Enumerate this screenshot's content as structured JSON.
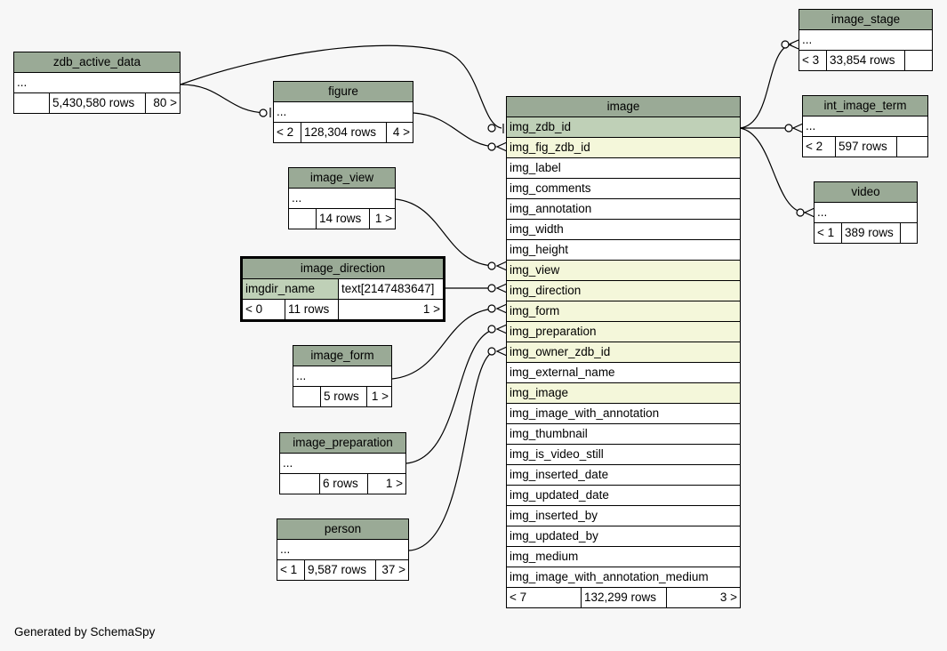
{
  "footer_text": "Generated by SchemaSpy",
  "tables": {
    "zdb_active_data": {
      "name": "zdb_active_data",
      "row": "...",
      "foot": [
        "",
        "5,430,580 rows",
        "80 >"
      ]
    },
    "figure": {
      "name": "figure",
      "row": "...",
      "foot": [
        "< 2",
        "128,304 rows",
        "4 >"
      ]
    },
    "image_view": {
      "name": "image_view",
      "row": "...",
      "foot": [
        "",
        "14 rows",
        "1 >"
      ]
    },
    "image_direction": {
      "name": "image_direction",
      "col_name": "imgdir_name",
      "col_type": "text[2147483647]",
      "foot": [
        "< 0",
        "11 rows",
        "1 >"
      ]
    },
    "image_form": {
      "name": "image_form",
      "row": "...",
      "foot": [
        "",
        "5 rows",
        "1 >"
      ]
    },
    "image_preparation": {
      "name": "image_preparation",
      "row": "...",
      "foot": [
        "",
        "6 rows",
        "1 >"
      ]
    },
    "person": {
      "name": "person",
      "row": "...",
      "foot": [
        "< 1",
        "9,587 rows",
        "37 >"
      ]
    },
    "image_stage": {
      "name": "image_stage",
      "row": "...",
      "foot": [
        "< 3",
        "33,854 rows",
        ""
      ]
    },
    "int_image_term": {
      "name": "int_image_term",
      "row": "...",
      "foot": [
        "< 2",
        "597 rows",
        ""
      ]
    },
    "video": {
      "name": "video",
      "row": "...",
      "foot": [
        "< 1",
        "389 rows",
        ""
      ]
    },
    "image": {
      "name": "image",
      "columns": [
        "img_zdb_id",
        "img_fig_zdb_id",
        "img_label",
        "img_comments",
        "img_annotation",
        "img_width",
        "img_height",
        "img_view",
        "img_direction",
        "img_form",
        "img_preparation",
        "img_owner_zdb_id",
        "img_external_name",
        "img_image",
        "img_image_with_annotation",
        "img_thumbnail",
        "img_is_video_still",
        "img_inserted_date",
        "img_updated_date",
        "img_inserted_by",
        "img_updated_by",
        "img_medium",
        "img_image_with_annotation_medium"
      ],
      "foot": [
        "< 7",
        "132,299 rows",
        "3 >"
      ]
    }
  }
}
